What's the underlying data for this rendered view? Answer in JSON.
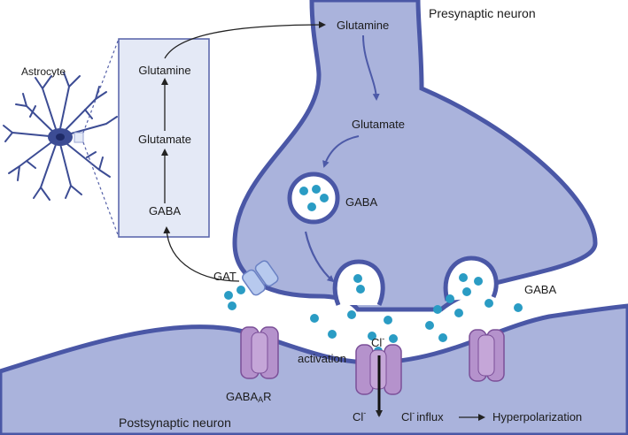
{
  "labels": {
    "presynaptic": "Presynaptic neuron",
    "postsynaptic": "Postsynaptic neuron",
    "astrocyte": "Astrocyte",
    "glutamine_pre": "Glutamine",
    "glutamate_pre": "Glutamate",
    "gaba_vesicle": "GABA",
    "gaba_cleft": "GABA",
    "gat": "GAT",
    "gabaar_main": "GABA",
    "gabaar_sub": "A",
    "gabaar_tail": "R",
    "activation": "activation",
    "cl_top": "Cl",
    "cl_bottom": "Cl",
    "cl_superscript": "-",
    "cl_influx_a": "Cl",
    "cl_influx_b": "influx",
    "hyperpolarization": "Hyperpolarization"
  },
  "astrocyte_box": {
    "steps": [
      "Glutamine",
      "Glutamate",
      "GABA"
    ]
  },
  "colors": {
    "neuron_fill": "#aab3dc",
    "neuron_outline": "#4a57a6",
    "box_fill": "#e4e9f6",
    "astrocyte": "#3c4c94",
    "receptor": "#b592cc",
    "receptor_outline": "#7b4f98",
    "transporter": "#b7c9ee",
    "gaba_molecule": "#2a9cc4",
    "arrow": "#4d5aa8"
  }
}
